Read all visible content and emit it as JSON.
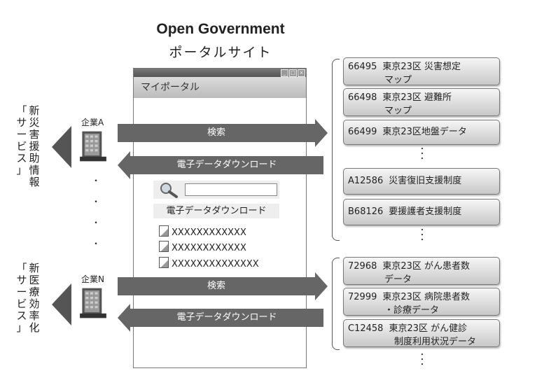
{
  "title": {
    "line1": "Open Government",
    "line2": "ポータルサイト"
  },
  "portal": {
    "header": "マイポータル",
    "download_label": "電子データダウンロード",
    "files": [
      "XXXXXXXXXXXX",
      "XXXXXXXXXXXX",
      "XXXXXXXXXXXXXX"
    ],
    "window_buttons": [
      "_",
      "□",
      "×"
    ]
  },
  "companies": [
    {
      "name": "企業A",
      "search": "検索",
      "download": "電子データダウンロード",
      "service": [
        "「",
        "新",
        "災",
        "害",
        "援",
        "助",
        "情",
        "報",
        "サ",
        "ー",
        "ビ",
        "ス",
        "」"
      ]
    },
    {
      "name": "企業N",
      "search": "検索",
      "download": "電子データダウンロード",
      "service": [
        "「",
        "新",
        "医",
        "療",
        "効",
        "率",
        "化",
        "サ",
        "ー",
        "ビ",
        "ス",
        "」"
      ]
    }
  ],
  "dots": "・",
  "datasets_group1": [
    {
      "id": "66495",
      "name": "東京23区 災害想定",
      "name2": "マップ"
    },
    {
      "id": "66498",
      "name": "東京23区 避難所",
      "name2": "マップ"
    },
    {
      "id": "66499",
      "name": "東京23区地盤データ",
      "name2": ""
    },
    {
      "id": "A12586",
      "name": "災害復旧支援制度",
      "name2": ""
    },
    {
      "id": "B68126",
      "name": "要援護者支援制度",
      "name2": ""
    }
  ],
  "datasets_group2": [
    {
      "id": "72968",
      "name": "東京23区 がん患者数",
      "name2": "データ"
    },
    {
      "id": "72999",
      "name": "東京23区 病院患者数",
      "name2": "・診療データ"
    },
    {
      "id": "C12458",
      "name": "東京23区 がん健診",
      "name2": "制度利用状況データ"
    }
  ]
}
